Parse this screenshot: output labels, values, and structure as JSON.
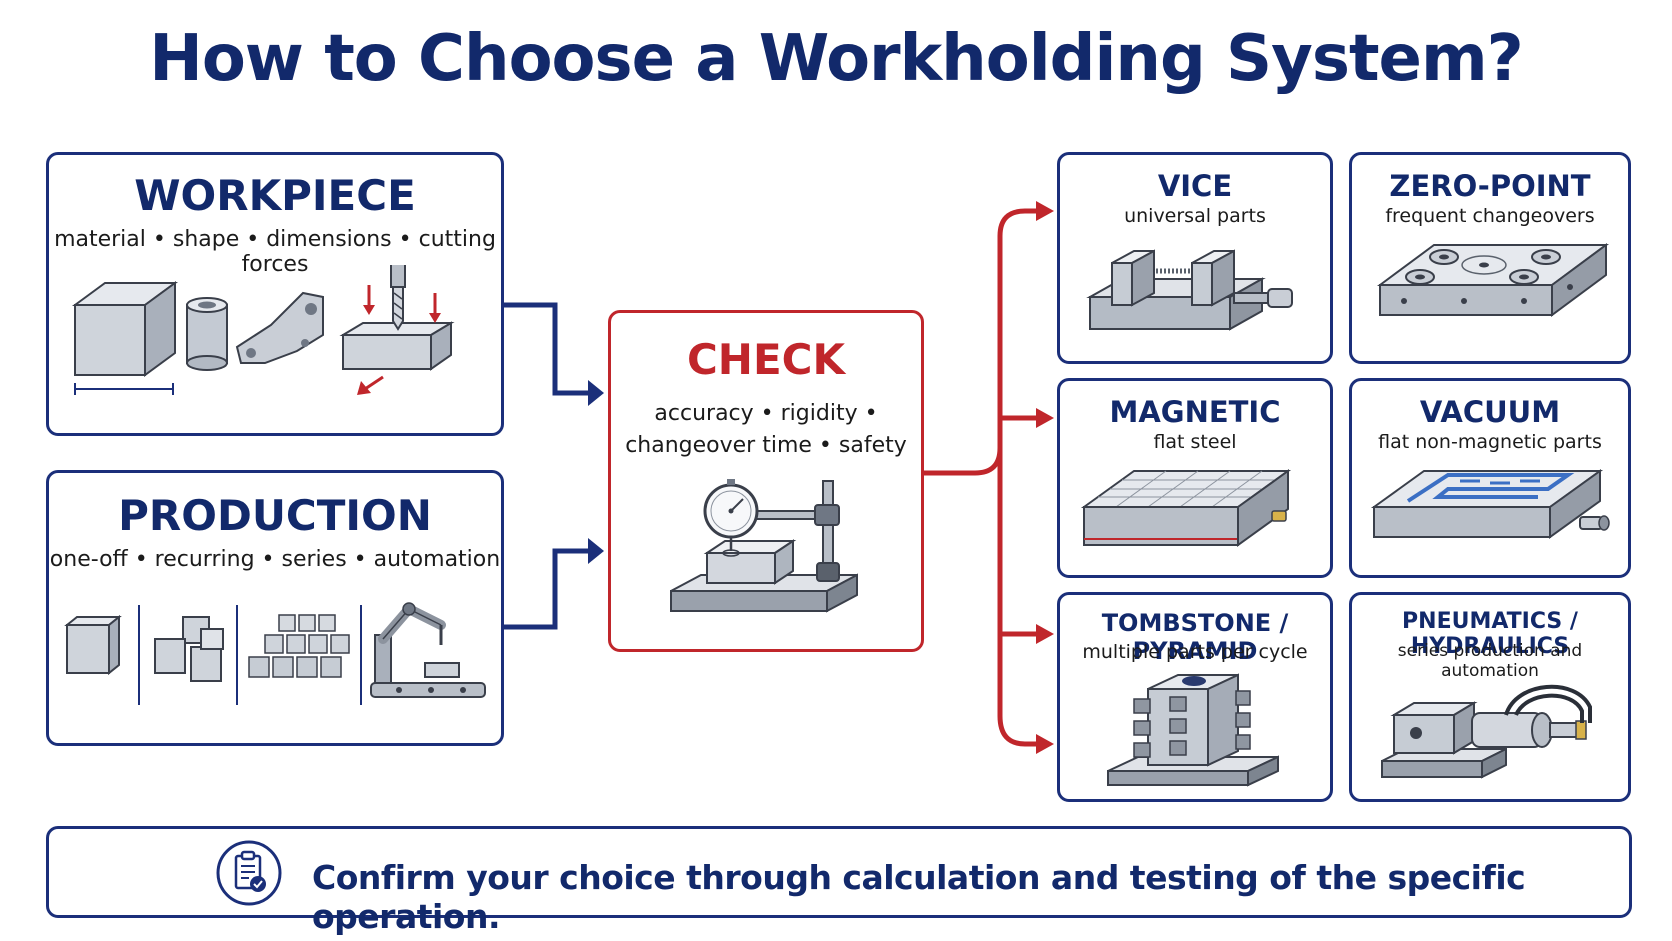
{
  "title": "How to Choose a Workholding System?",
  "workpiece": {
    "title": "WORKPIECE",
    "factors": [
      "material",
      "shape",
      "dimensions",
      "cutting forces"
    ]
  },
  "production": {
    "title": "PRODUCTION",
    "factors": [
      "one-off",
      "recurring",
      "series",
      "automation"
    ]
  },
  "check": {
    "title": "CHECK",
    "line1": [
      "accuracy",
      "rigidity"
    ],
    "line2": [
      "changeover time",
      "safety"
    ]
  },
  "options": [
    {
      "title": "VICE",
      "subtitle": "universal parts"
    },
    {
      "title": "ZERO-POINT",
      "subtitle": "frequent changeovers"
    },
    {
      "title": "MAGNETIC",
      "subtitle": "flat steel"
    },
    {
      "title": "VACUUM",
      "subtitle": "flat non-magnetic parts"
    },
    {
      "title": "TOMBSTONE / PYRAMID",
      "subtitle": "multiple parts per cycle"
    },
    {
      "title": "PNEUMATICS / HYDRAULICS",
      "subtitle": "series production and automation"
    }
  ],
  "footer": {
    "text": "Confirm your choice through calculation and testing of the specific operation.",
    "icon": "clipboard-check-icon"
  },
  "colors": {
    "navy": "#12296b",
    "red": "#c0262b",
    "steel": "#c9ced6"
  }
}
